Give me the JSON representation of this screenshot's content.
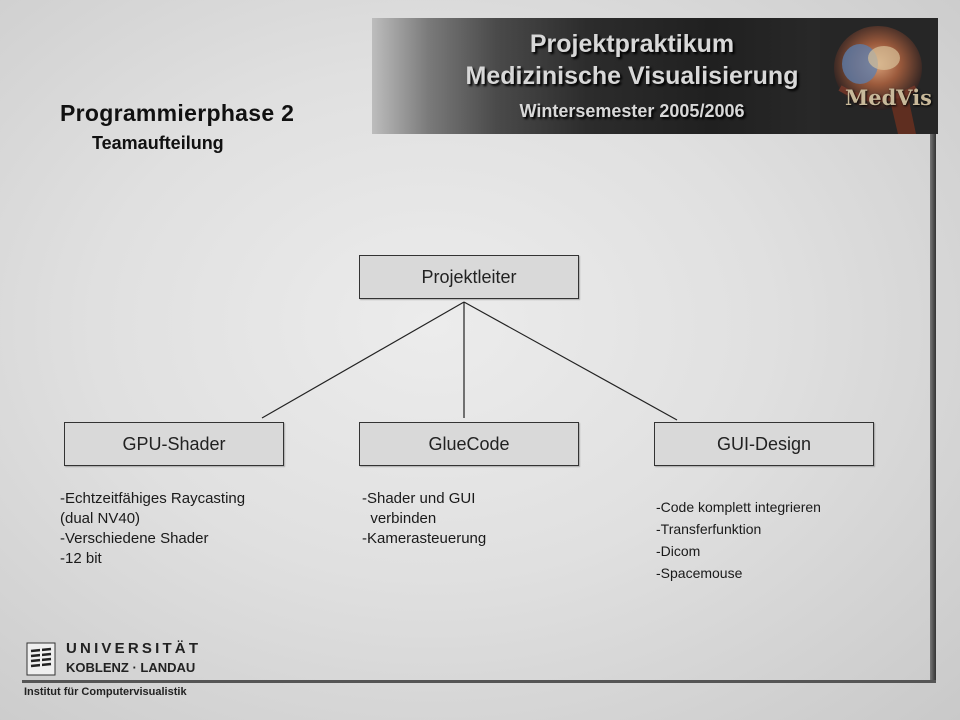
{
  "header": {
    "banner_line1": "Projektpraktikum",
    "banner_line2": "Medizinische Visualisierung",
    "banner_line3": "Wintersemester 2005/2006",
    "logo_text": "MedVis",
    "title": "Programmierphase 2",
    "subtitle": "Teamaufteilung"
  },
  "diagram": {
    "root": {
      "label": "Projektleiter"
    },
    "teams": [
      {
        "label": "GPU-Shader",
        "lines": [
          "-Echtzeitfähiges Raycasting",
          "(dual NV40)",
          "-Verschiedene Shader",
          "-12 bit"
        ]
      },
      {
        "label": "GlueCode",
        "lines": [
          "-Shader und GUI",
          "  verbinden",
          "-Kamerasteuerung"
        ]
      },
      {
        "label": "GUI-Design",
        "lines": [
          "-Code komplett integrieren",
          "-Transferfunktion",
          "-Dicom",
          "-Spacemouse"
        ]
      }
    ]
  },
  "footer": {
    "university": "UNIVERSITÄT",
    "campus": "KOBLENZ · LANDAU",
    "institute": "Institut für Computervisualistik"
  },
  "colors": {
    "background": "#dcdcdc",
    "box_fill": "#d9d9d9",
    "box_border": "#333333",
    "banner_text": "#d8d8d8",
    "logo_text": "#c8b99a"
  }
}
